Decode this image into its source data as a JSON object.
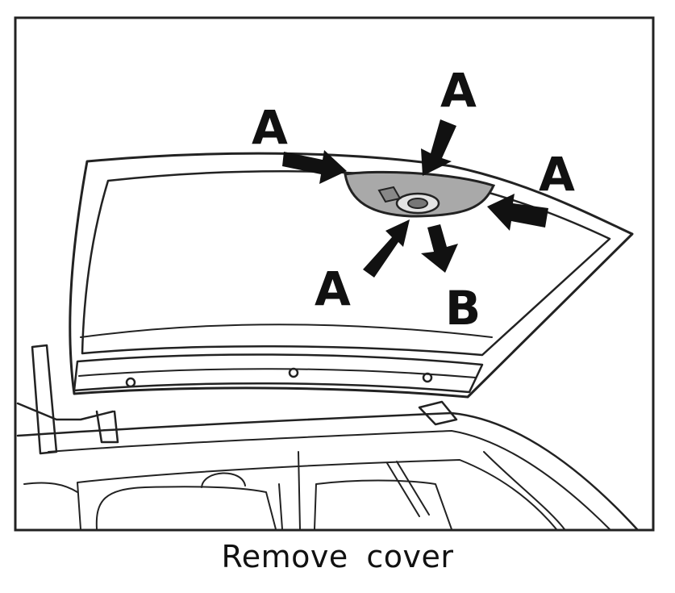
{
  "caption": "Remove cover",
  "callouts": {
    "a1": "A",
    "a2": "A",
    "a3": "A",
    "a4": "A",
    "b": "B"
  }
}
